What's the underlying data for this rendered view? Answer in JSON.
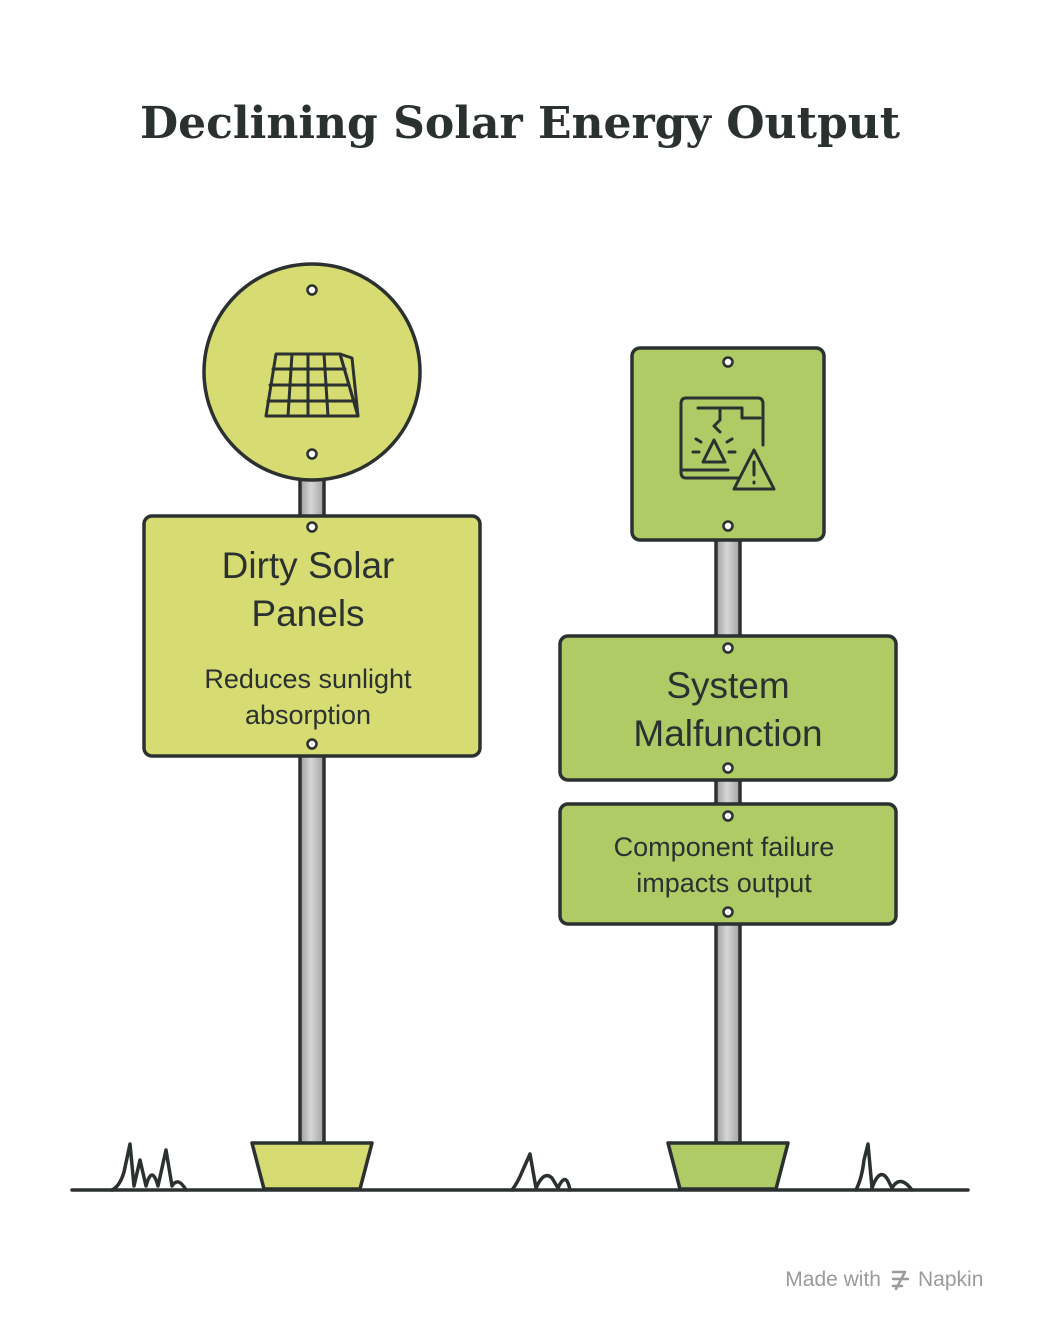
{
  "title": "Declining Solar Energy Output",
  "signs": [
    {
      "heading_lines": [
        "Dirty Solar",
        "Panels"
      ],
      "description_lines": [
        "Reduces sunlight",
        "absorption"
      ],
      "icon": "solar-panel-icon",
      "color": "#d6dc72"
    },
    {
      "heading_lines": [
        "System",
        "Malfunction"
      ],
      "description_lines": [
        "Component failure",
        "impacts output"
      ],
      "icon": "system-warning-icon",
      "color": "#aecb66"
    }
  ],
  "footer": {
    "made_with": "Made with",
    "brand": "Napkin"
  }
}
